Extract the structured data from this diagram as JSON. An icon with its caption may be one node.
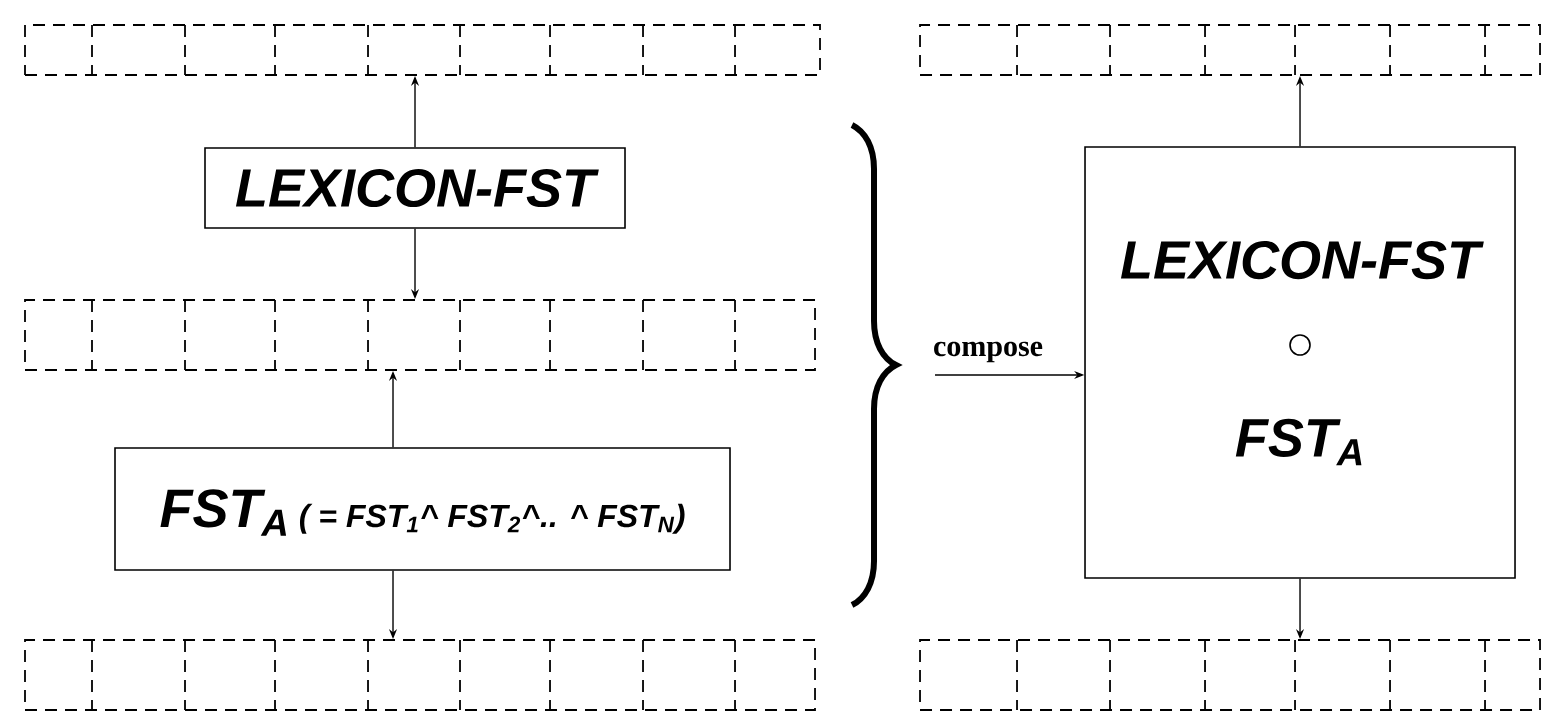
{
  "diagram": {
    "nodes": [
      {
        "text": [],
        "shape": "bar"
      },
      {
        "text": [
          "LEXICON-FST"
        ]
      },
      {
        "text": [],
        "shape": "bar"
      },
      {
        "text": [
          "FST$_{A}$",
          "( = FST$_{1}$^ FST$_{2}$^.. ^ FST$_{N}$)"
        ]
      },
      {
        "text": [],
        "shape": "bar"
      },
      {
        "text": [],
        "shape": "bar"
      },
      {
        "text": [
          "LEXICON-FST",
          "FST$_{A}$"
        ]
      },
      {
        "text": [],
        "shape": "bar"
      }
    ],
    "edges": [
      {
        "from": 1,
        "to": 0,
        "arrow": "to"
      },
      {
        "from": 1,
        "to": 2,
        "arrow": "to"
      },
      {
        "from": 3,
        "to": 2,
        "arrow": "to"
      },
      {
        "from": 3,
        "to": 4,
        "arrow": "to"
      },
      {
        "from": null,
        "to": 6,
        "arrow": "to",
        "label": "compose"
      },
      {
        "from": 6,
        "to": 5,
        "arrow": "to"
      },
      {
        "from": 6,
        "to": 7,
        "arrow": "to"
      }
    ]
  }
}
